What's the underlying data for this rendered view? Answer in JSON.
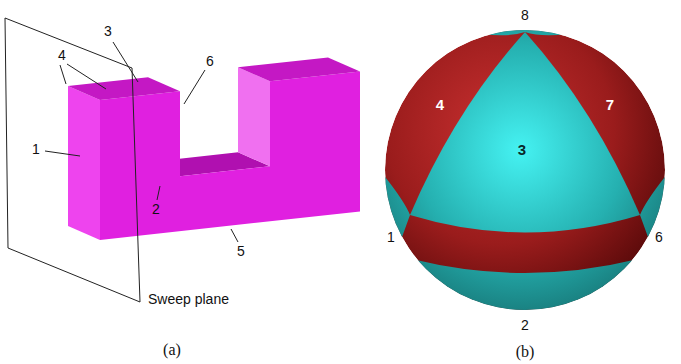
{
  "diagram": {
    "labels": [
      "4",
      "3",
      "6",
      "1",
      "2",
      "5",
      "Sweep plane",
      "(a)",
      "8",
      "4",
      "7",
      "3",
      "1",
      "6",
      "2",
      "(b)"
    ]
  }
}
